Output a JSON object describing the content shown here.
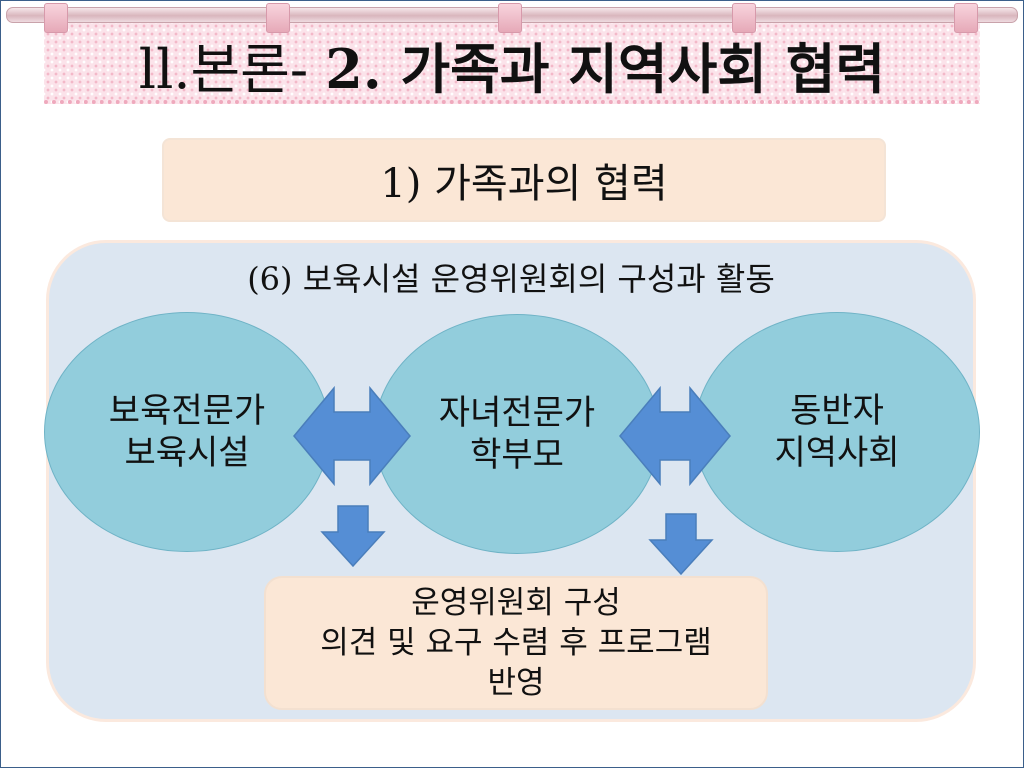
{
  "title": {
    "prefix": "ll.본론- ",
    "main": "2. 가족과 지역사회 협력"
  },
  "subtitle": "1) 가족과의 협력",
  "panel_title": "(6) 보육시설 운영위원회의 구성과 활동",
  "nodes": [
    {
      "lines": [
        "보육전문가",
        "보육시설"
      ]
    },
    {
      "lines": [
        "자녀전문가",
        "학부모"
      ]
    },
    {
      "lines": [
        "동반자",
        "지역사회"
      ]
    }
  ],
  "result": {
    "lines": [
      "운영위원회 구성",
      "의견 및 요구 수렴 후 프로그램",
      "반영"
    ]
  },
  "colors": {
    "ellipse_fill": "#92cddc",
    "arrow_fill": "#558ed5",
    "panel_fill": "#dce6f1",
    "box_fill": "#fbe7d6",
    "curtain": "#fbe3ea"
  }
}
